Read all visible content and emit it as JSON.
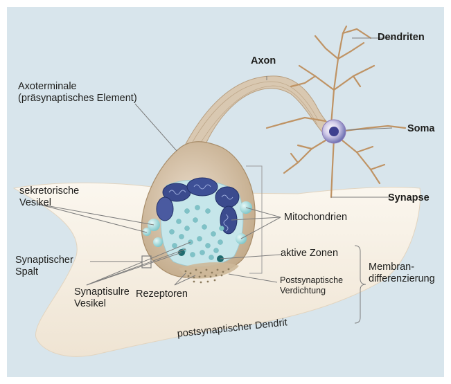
{
  "colors": {
    "background": "#d8e5ec",
    "dendrite": "#f8f1e6",
    "terminal": "#d5c2a8",
    "vesicle": "#8fd1d3",
    "mitochondria": "#3d4e91",
    "leader": "#8c8c8c"
  },
  "labels": {
    "dendriten": "Dendriten",
    "axon": "Axon",
    "soma": "Soma",
    "synapse": "Synapse",
    "axoterminale_1": "Axoterminale",
    "axoterminale_2": "(präsynaptisches Element)",
    "sekretorische_1": "sekretorische",
    "sekretorische_2": "Vesikel",
    "mitochondrien": "Mitochondrien",
    "synaptischer_1": "Synaptischer",
    "synaptischer_2": "Spalt",
    "aktive_zonen": "aktive Zonen",
    "membran_1": "Membran-",
    "membran_2": "differenzierung",
    "postsyn_1": "Postsynaptische",
    "postsyn_2": "Verdichtung",
    "synaptisulre_1": "Synaptisulre",
    "synaptisulre_2": "Vesikel",
    "rezeptoren": "Rezeptoren",
    "dendrit": "postsynaptischer Dendrit"
  }
}
